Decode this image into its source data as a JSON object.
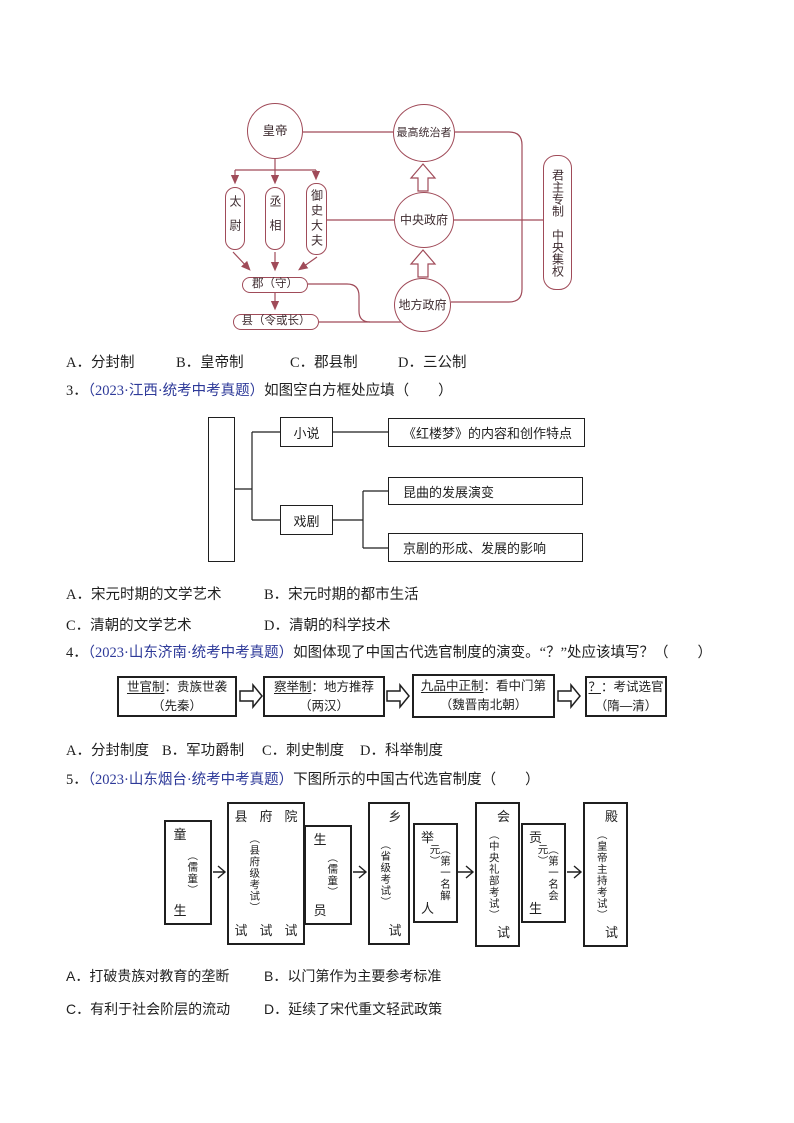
{
  "colors": {
    "diagram_red": "#a04b59",
    "citation_blue": "#2e3a99",
    "ink": "#1f1f1f"
  },
  "diagram1": {
    "emperor": "皇帝",
    "supreme": "最高统治者",
    "central": "中央政府",
    "local": "地方政府",
    "taiwei": "太尉",
    "chengxiang": "丞相",
    "yushi": "御史大夫",
    "jun": "郡（守）",
    "xian": "县（令或长）",
    "monarchy": "君主专制",
    "central_power": "中央集权"
  },
  "q2": {
    "options": [
      "A．分封制",
      "B．皇帝制",
      "C．郡县制",
      "D．三公制"
    ]
  },
  "q3": {
    "number": "3．",
    "citation": "（2023·江西·统考中考真题）",
    "stem": "如图空白方框处应填（　　）",
    "diagram": {
      "novel": "小说",
      "drama": "戏剧",
      "novel_detail": "《红楼梦》的内容和创作特点",
      "drama_detail1": "昆曲的发展演变",
      "drama_detail2": "京剧的形成、发展的影响"
    },
    "options": [
      "A．宋元时期的文学艺术",
      "B．宋元时期的都市生活",
      "C．清朝的文学艺术",
      "D．清朝的科学技术"
    ]
  },
  "q4": {
    "number": "4．",
    "citation": "（2023·山东济南·统考中考真题）",
    "stem": "如图体现了中国古代选官制度的演变。“？”处应该填写？（　　）",
    "flow": [
      {
        "term": "世官制",
        "desc": "：贵族世袭",
        "period": "（先秦）"
      },
      {
        "term": "察举制",
        "desc": "：地方推荐",
        "period": "（两汉）"
      },
      {
        "term": "九品中正制",
        "desc": "：看中门第",
        "period": "（魏晋南北朝）"
      },
      {
        "term": "？",
        "desc": "：考试选官",
        "period": "（隋—清）"
      }
    ],
    "options": [
      "A．分封制度",
      "B．军功爵制",
      "C．刺史制度",
      "D．科举制度"
    ]
  },
  "q5": {
    "number": "5．",
    "citation": "（2023·山东烟台·统考中考真题）",
    "stem": "下图所示的中国古代选官制度（　　）",
    "stages": [
      {
        "top": "童",
        "mid": "（儒童）",
        "bottom": "生"
      },
      {
        "top": "县府院",
        "mid": "（县府级考试）",
        "bottom": "试试试"
      },
      {
        "top": "生",
        "mid": "（儒童）",
        "bottom": "员"
      },
      {
        "top": "乡",
        "mid": "（省级考试）",
        "bottom": "试"
      },
      {
        "top": "举",
        "mid": "（第一名解元）",
        "bottom": "人"
      },
      {
        "top": "会",
        "mid": "（中央礼部考试）",
        "bottom": "试"
      },
      {
        "top": "贡",
        "mid": "（第一名会元）",
        "bottom": "生"
      },
      {
        "top": "殿",
        "mid": "（皇帝主持考试）",
        "bottom": "试"
      }
    ],
    "options": [
      "A．打破贵族对教育的垄断",
      "B．以门第作为主要参考标准",
      "C．有利于社会阶层的流动",
      "D．延续了宋代重文轻武政策"
    ]
  }
}
